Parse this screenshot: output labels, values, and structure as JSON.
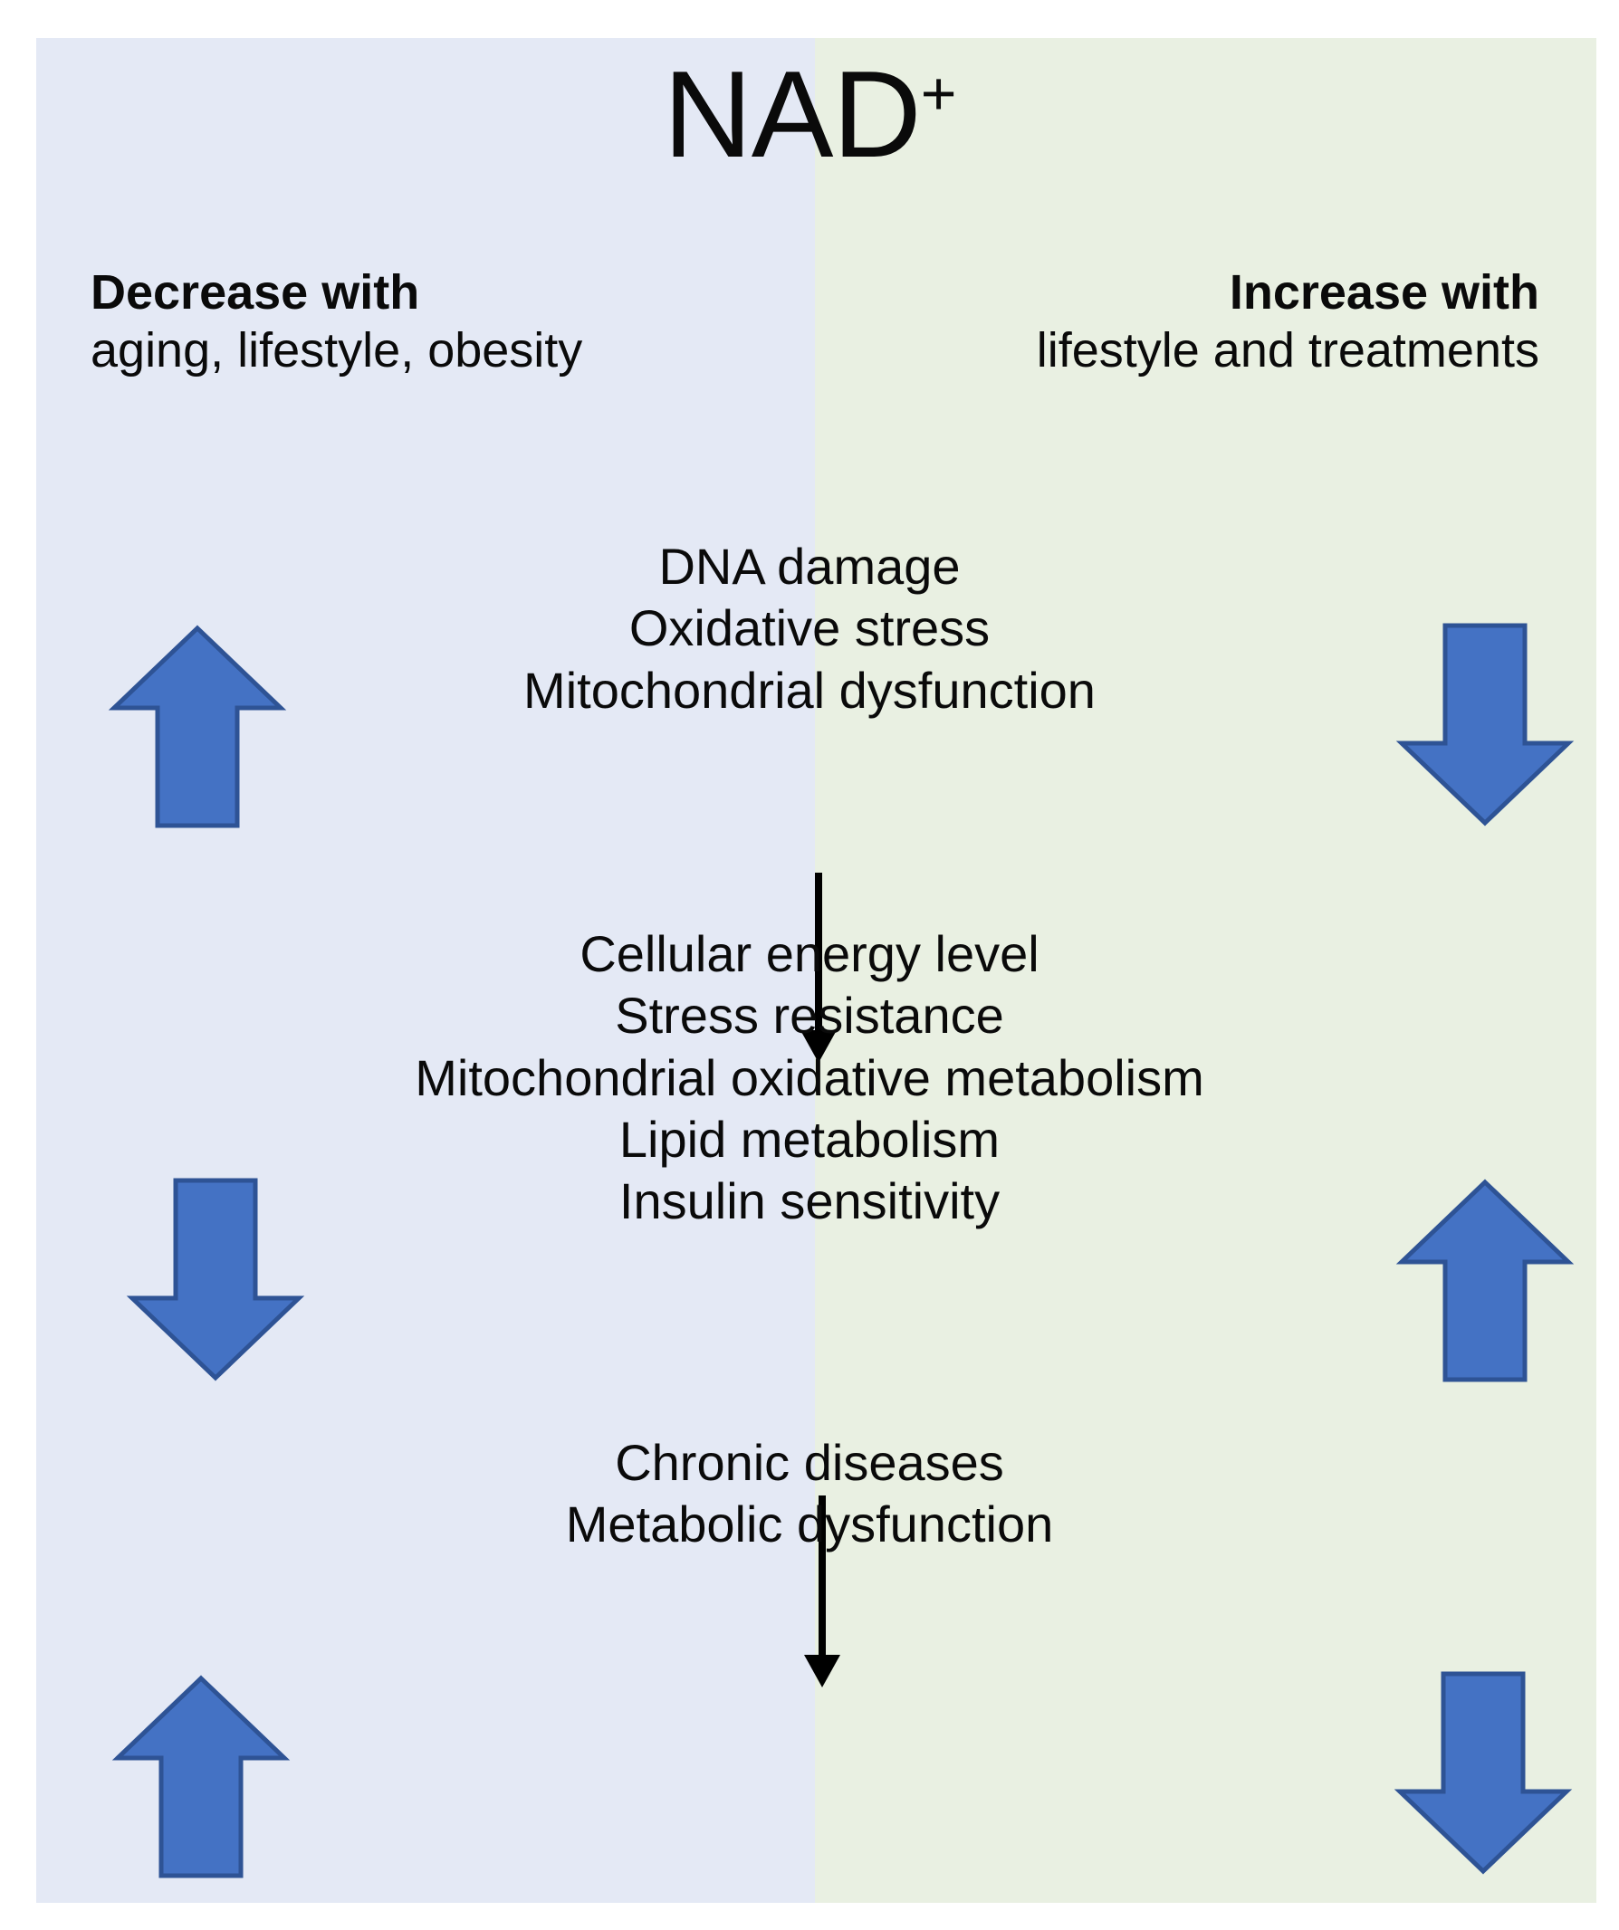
{
  "title": {
    "main": "NAD",
    "superscript": "+"
  },
  "colors": {
    "panel_left_bg": "#E4E9F5",
    "panel_right_bg": "#E9F0E2",
    "arrow_fill": "#4472C4",
    "arrow_stroke": "#2E5395",
    "text": "#0A0A0A",
    "connector": "#000000"
  },
  "columns": {
    "left": {
      "heading_bold": "Decrease with",
      "heading_body": "aging, lifestyle, obesity"
    },
    "right": {
      "heading_bold": "Increase with",
      "heading_body": "lifestyle and treatments"
    }
  },
  "sections": [
    {
      "id": "damage",
      "left_arrow": "up",
      "right_arrow": "down",
      "lines": [
        "DNA damage",
        "Oxidative stress",
        "Mitochondrial dysfunction"
      ]
    },
    {
      "id": "function",
      "left_arrow": "down",
      "right_arrow": "up",
      "lines": [
        "Cellular energy level",
        "Stress resistance",
        "Mitochondrial oxidative metabolism",
        "Lipid metabolism",
        "Insulin sensitivity"
      ]
    },
    {
      "id": "outcome",
      "left_arrow": "up",
      "right_arrow": "down",
      "lines": [
        "Chronic diseases",
        "Metabolic dysfunction"
      ]
    }
  ],
  "connectors": [
    {
      "id": "connector-1",
      "direction": "down"
    },
    {
      "id": "connector-2",
      "direction": "down"
    }
  ]
}
